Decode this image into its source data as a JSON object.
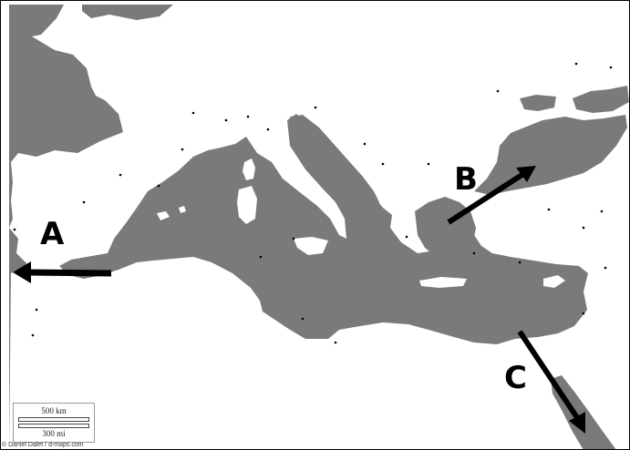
{
  "map": {
    "sea_color": "#7a7a7a",
    "land_color": "#ffffff",
    "point_labels": [
      {
        "id": "A",
        "text": "A"
      },
      {
        "id": "B",
        "text": "B"
      },
      {
        "id": "C",
        "text": "C"
      }
    ],
    "arrows": [
      {
        "id": "arrow-a",
        "direction": "west",
        "near": "A"
      },
      {
        "id": "arrow-b",
        "direction": "northeast",
        "near": "B"
      },
      {
        "id": "arrow-c",
        "direction": "southeast",
        "near": "C"
      }
    ],
    "scale_bar": {
      "km_label": "500 km",
      "mi_label": "300 mi"
    },
    "credit": "© Daniel Dalet / d-maps.com"
  }
}
